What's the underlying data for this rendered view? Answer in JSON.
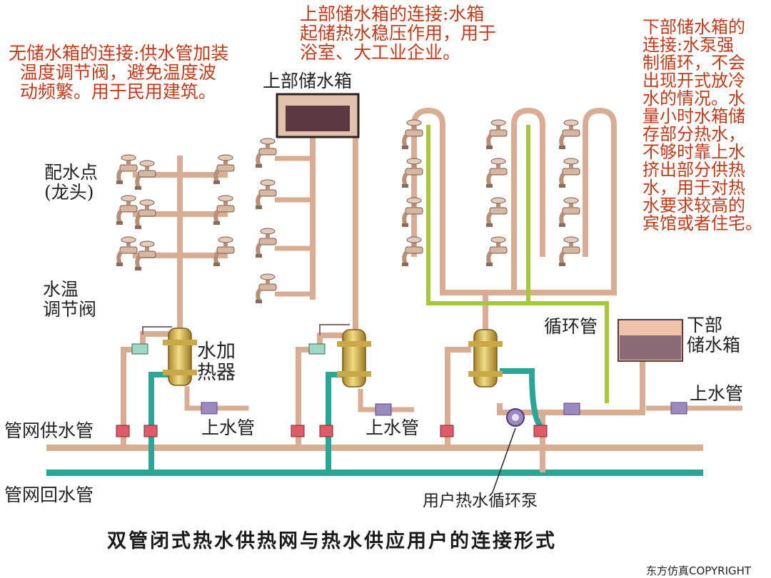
{
  "colors": {
    "supply_pipe": "#d9ad93",
    "return_pipe": "#2aa596",
    "circulation_pipe": "#a6c83a",
    "heater": "#d8b84a",
    "valve": "#9b8ac0",
    "note_text": "#c23a1a",
    "tank_water": "#5a3840"
  },
  "notes": {
    "no_tank": "无储水箱的连接:供水管加装\n  温度调节阀，避免温度波\n  动频繁。用于民用建筑。",
    "upper_tank": "上部储水箱的连接:水箱\n起储热水稳压作用，用于\n浴室、大工业企业。",
    "lower_tank": "下部储水箱的\n连接:水泵强\n制循环，不会\n出现开式放冷\n水的情况。水\n量小时水箱储\n存部分热水，\n不够时靠上水\n挤出部分供热\n水，用于对热\n水要求较高的\n宾馆或者住宅。"
  },
  "labels": {
    "faucets": "配水点\n(龙头)",
    "temp_valve": "水温\n调节阀",
    "heater": "水加\n热器",
    "upper_tank": "上部储水箱",
    "lower_tank": "下部\n储水箱",
    "circulation_pipe": "循环管",
    "makeup_1": "上水管",
    "makeup_2": "上水管",
    "makeup_3": "上水管",
    "net_supply": "管网供水管",
    "net_return": "管网回水管",
    "pump": "用户热水循环泵"
  },
  "title": "双管闭式热水供热网与热水供应用户的连接形式",
  "copyright": "东方仿真COPYRIGHT"
}
